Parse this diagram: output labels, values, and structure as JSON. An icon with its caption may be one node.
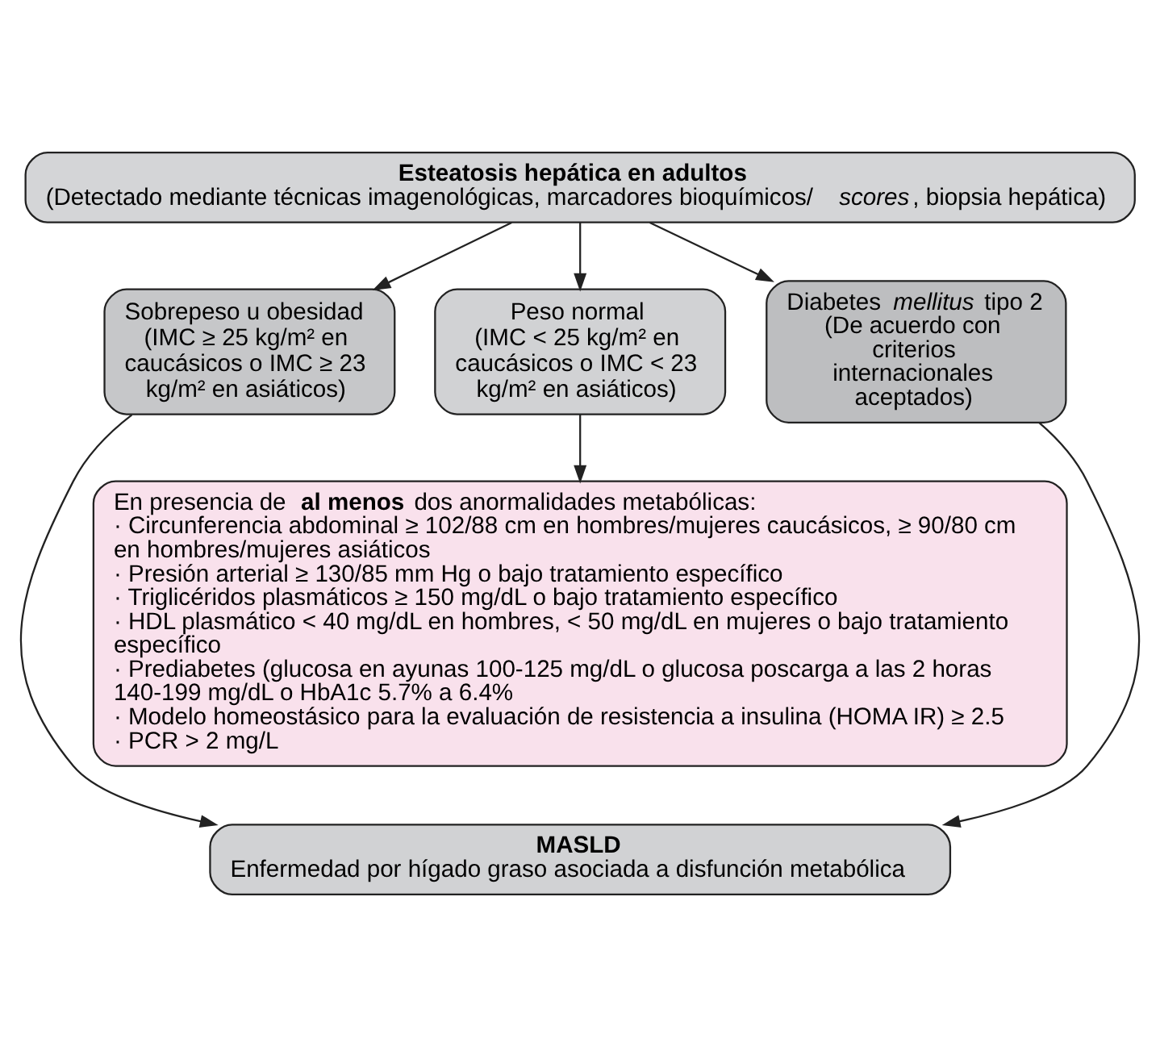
{
  "diagram": {
    "nodes": [
      {
        "text": [
          "**Esteatosis hepática en adultos**",
          "(Detectado mediante técnicas imagenológicas, marcadores bioquímicos/*scores*, biopsia hepática)"
        ]
      },
      {
        "text": [
          "Sobrepeso u obesidad",
          "(IMC ≥ 25 kg/m² en caucásicos o IMC ≥ 23 kg/m² en asiáticos)"
        ]
      },
      {
        "text": [
          "Peso normal",
          "(IMC < 25 kg/m² en caucásicos o IMC < 23 kg/m² en asiáticos)"
        ]
      },
      {
        "text": [
          "Diabetes *mellitus* tipo 2",
          "(De acuerdo con criterios internacionales aceptados)"
        ]
      },
      {
        "text": [
          "En presencia de **al menos** dos anormalidades metabólicas:",
          "· Circunferencia abdominal ≥ 102/88 cm en hombres/mujeres caucásicos, ≥ 90/80 cm en hombres/mujeres asiáticos",
          "· Presión arterial ≥ 130/85 mm Hg o bajo tratamiento específico",
          "· Triglicéridos plasmáticos ≥ 150 mg/dL o bajo tratamiento específico",
          "· HDL plasmático < 40 mg/dL en hombres, < 50 mg/dL en mujeres o bajo tratamiento específico",
          "· Prediabetes (glucosa en ayunas 100-125 mg/dL o glucosa poscarga a las 2 horas 140-199 mg/dL o HbA1c 5.7% a 6.4%",
          "· Modelo homeostásico para la evaluación de resistencia a insulina (HOMA IR) ≥ 2.5",
          "· PCR > 2 mg/L"
        ]
      },
      {
        "text": [
          "**MASLD**",
          "Enfermedad por hígado graso asociada a disfunción metabólica"
        ]
      }
    ],
    "edges": [
      {
        "from": 0,
        "to": 1,
        "arrow": "to"
      },
      {
        "from": 0,
        "to": 2,
        "arrow": "to"
      },
      {
        "from": 0,
        "to": 3,
        "arrow": "to"
      },
      {
        "from": 2,
        "to": 4,
        "arrow": "to"
      },
      {
        "from": 1,
        "to": 5,
        "arrow": "to"
      },
      {
        "from": 3,
        "to": 5,
        "arrow": "to"
      }
    ]
  }
}
